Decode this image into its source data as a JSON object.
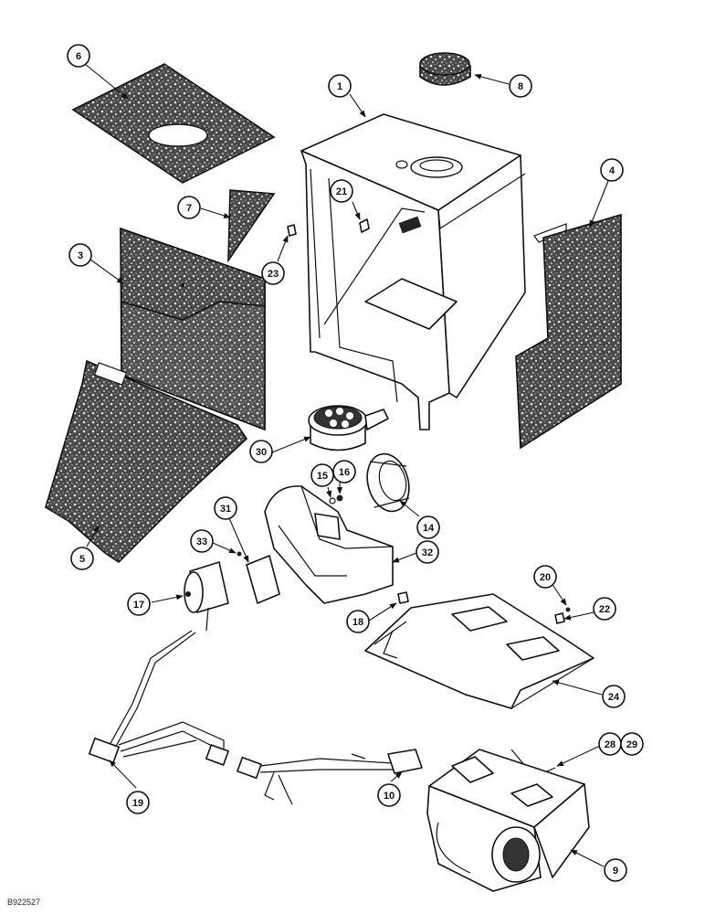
{
  "figure_code": "B922527",
  "callouts": [
    {
      "id": "c1",
      "label": "1"
    },
    {
      "id": "c3",
      "label": "3"
    },
    {
      "id": "c4",
      "label": "4"
    },
    {
      "id": "c5",
      "label": "5"
    },
    {
      "id": "c6",
      "label": "6"
    },
    {
      "id": "c7",
      "label": "7"
    },
    {
      "id": "c8",
      "label": "8"
    },
    {
      "id": "c9",
      "label": "9"
    },
    {
      "id": "c10",
      "label": "10"
    },
    {
      "id": "c14",
      "label": "14"
    },
    {
      "id": "c15",
      "label": "15"
    },
    {
      "id": "c16",
      "label": "16"
    },
    {
      "id": "c17",
      "label": "17"
    },
    {
      "id": "c18",
      "label": "18"
    },
    {
      "id": "c19",
      "label": "19"
    },
    {
      "id": "c20",
      "label": "20"
    },
    {
      "id": "c21",
      "label": "21"
    },
    {
      "id": "c22",
      "label": "22"
    },
    {
      "id": "c23",
      "label": "23"
    },
    {
      "id": "c24",
      "label": "24"
    },
    {
      "id": "c28",
      "label": "28"
    },
    {
      "id": "c29",
      "label": "29"
    },
    {
      "id": "c30",
      "label": "30"
    },
    {
      "id": "c31",
      "label": "31"
    },
    {
      "id": "c32",
      "label": "32"
    },
    {
      "id": "c33",
      "label": "33"
    }
  ]
}
